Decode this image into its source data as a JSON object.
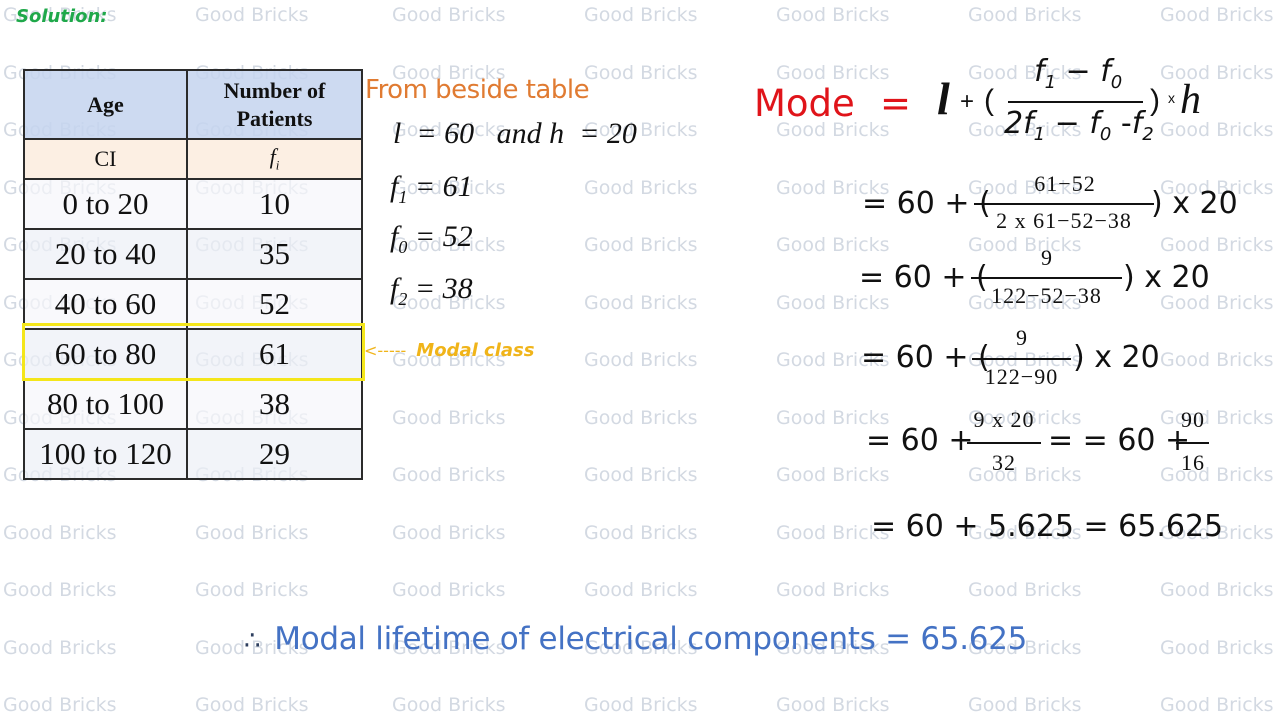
{
  "watermark": {
    "text": "Good Bricks",
    "columns_x": [
      3,
      195,
      392,
      584,
      776,
      968,
      1160
    ],
    "rows_y": [
      6,
      64,
      121,
      179,
      236,
      294,
      351,
      409,
      466,
      524,
      581,
      639,
      696
    ]
  },
  "heading": "Solution:",
  "table": {
    "headers": [
      "Age",
      "Number of Patients"
    ],
    "subheaders": {
      "ci": "CI",
      "fi_base": "f",
      "fi_sub": "i"
    },
    "rows": [
      {
        "ci": "0 to 20",
        "fi": "10"
      },
      {
        "ci": "20 to 40",
        "fi": "35"
      },
      {
        "ci": "40 to 60",
        "fi": "52"
      },
      {
        "ci": "60 to 80",
        "fi": "61"
      },
      {
        "ci": "80 to 100",
        "fi": "38"
      },
      {
        "ci": "100 to 120",
        "fi": "29"
      }
    ],
    "highlighted_row_index": 3,
    "highlight_color": "#f4e61a"
  },
  "annotation": {
    "arrow": "<-----",
    "label": "Modal class",
    "color": "#f0b419"
  },
  "given": {
    "title": "From beside table",
    "line_l": "l  = 60   and h  = 20",
    "f1": {
      "sym": "f",
      "sub": "1",
      "val": "= 61"
    },
    "f0": {
      "sym": "f",
      "sub": "0",
      "val": "= 52"
    },
    "f2": {
      "sym": "f",
      "sub": "2",
      "val": "= 38"
    }
  },
  "formula": {
    "label": "Mode",
    "equals": "=",
    "l": "l",
    "plus": "+",
    "lparen": "(",
    "rparen": ")",
    "times": "x",
    "h": "h",
    "numerator": {
      "a": "f",
      "a_sub": "1",
      "op": " − ",
      "b": "f",
      "b_sub": "0"
    },
    "denominator": {
      "pre": "2",
      "a": "f",
      "a_sub": "1",
      "op1": " − ",
      "b": "f",
      "b_sub": "0",
      "op2": " -",
      "c": "f",
      "c_sub": "2"
    },
    "label_color": "#e0141a"
  },
  "steps": [
    {
      "prefix": "= 60 + (",
      "num": "61−52",
      "den": "2 x 61−52−38",
      "suffix": ") x 20"
    },
    {
      "prefix": "= 60 + (",
      "num": "9",
      "den": "122−52−38",
      "suffix": ") x 20"
    },
    {
      "prefix": "= 60 + (",
      "num": "9",
      "den": "122−90",
      "suffix": ") x 20"
    },
    {
      "prefix": "= 60 + ",
      "num": "9 x 20",
      "den": "32",
      "middle": "= = 60 + ",
      "num2": "90",
      "den2": "16"
    },
    {
      "text": "= 60 + 5.625 = 65.625"
    }
  ],
  "conclusion": {
    "symbol": "∴",
    "text": "Modal lifetime of electrical components = 65.625",
    "color": "#4472c4"
  }
}
